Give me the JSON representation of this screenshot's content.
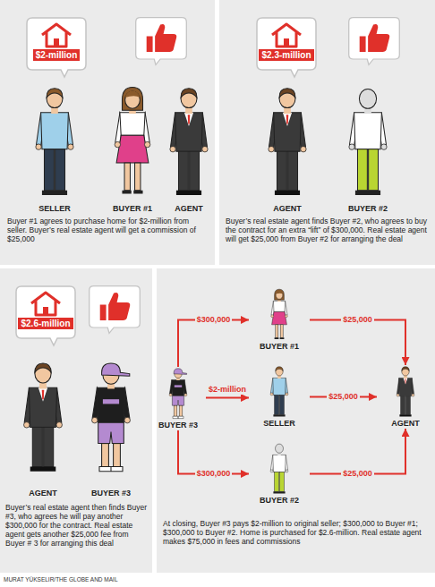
{
  "diagram": {
    "nodes": [
      {
        "text": [
          "$2-million"
        ]
      },
      {
        "text": [
          "$2.3-million"
        ]
      },
      {
        "text": [
          "$2.6-million"
        ]
      },
      {
        "text": [
          "BUYER #3"
        ]
      },
      {
        "text": [
          "BUYER #1"
        ]
      },
      {
        "text": [
          "SELLER"
        ]
      },
      {
        "text": [
          "BUYER #2"
        ]
      },
      {
        "text": [
          "AGENT"
        ]
      }
    ],
    "edges": [
      {
        "from": 3,
        "to": 4,
        "label": "$300,000",
        "arrow": "to"
      },
      {
        "from": 3,
        "to": 5,
        "label": "$2-million",
        "arrow": "to"
      },
      {
        "from": 3,
        "to": 6,
        "label": "$300,000",
        "arrow": "to"
      },
      {
        "from": 4,
        "to": 7,
        "label": "$25,000",
        "arrow": "to"
      },
      {
        "from": 5,
        "to": 7,
        "label": "$25,000",
        "arrow": "to"
      },
      {
        "from": 6,
        "to": 7,
        "label": "$25,000",
        "arrow": "to"
      }
    ],
    "labels": [
      "SELLER",
      "BUYER #1",
      "AGENT",
      "Buyer #1 agrees to purchase home for $2-million from seller. Buyer’s real estate agent will get a commission of $25,000",
      "AGENT",
      "BUYER #2",
      "Buyer’s real estate agent finds Buyer #2, who agrees to buy the contract for an extra “lift” of $300,000. Real estate agent will get $25,000 from Buyer #2 for arranging the deal",
      "AGENT",
      "BUYER #3",
      "Buyer’s real estate agent then finds Buyer #3, who agrees he will pay another $300,000 for the contract. Real estate agent gets another $25,000 fee from Buyer # 3 for arranging this deal",
      "At closing, Buyer #3 pays $2-million to original seller; $300,000 to Buyer #1; $300,000 to Buyer #2. Home is purchased for $2.6-million. Real estate agent makes $75,000 in fees and commissions",
      "MURAT YÜKSELIR/THE GLOBE AND MAIL"
    ]
  }
}
